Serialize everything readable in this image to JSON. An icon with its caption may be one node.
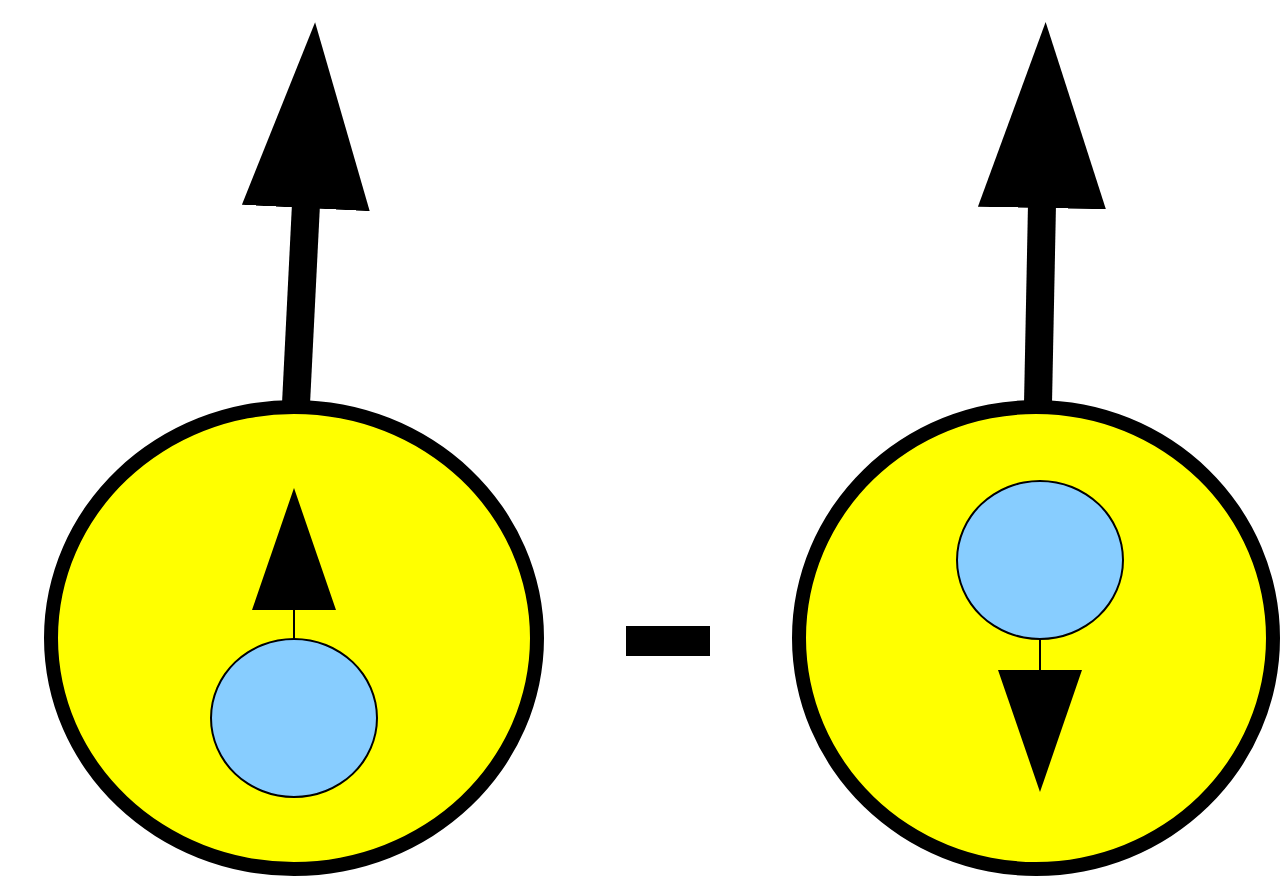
{
  "diagram": {
    "nodes": [
      {
        "text": [],
        "shape": "circle"
      },
      {
        "text": [],
        "shape": "circle",
        "in": 0
      },
      {
        "text": [],
        "shape": "circle"
      },
      {
        "text": [],
        "shape": "circle",
        "in": 2
      }
    ],
    "edges": [
      {
        "from": 0,
        "to": null,
        "arrow": "to",
        "style": "thick"
      },
      {
        "from": 1,
        "to": null,
        "arrow": "to"
      },
      {
        "from": 2,
        "to": null,
        "arrow": "to",
        "style": "thick"
      },
      {
        "from": 3,
        "to": null,
        "arrow": "to"
      }
    ]
  }
}
